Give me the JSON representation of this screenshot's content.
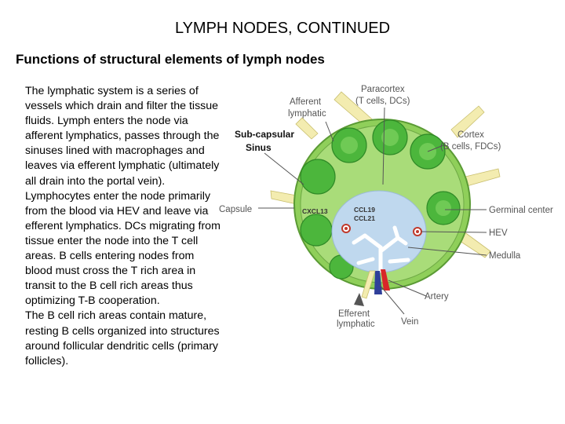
{
  "title": "LYMPH NODES, CONTINUED",
  "subtitle": "Functions of structural elements of lymph nodes",
  "paragraphs": [
    "The lymphatic system is a series of vessels which drain and filter the tissue fluids. Lymph enters the node via afferent lymphatics, passes through the sinuses lined with macrophages and leaves via efferent lymphatic (ultimately all drain into the portal vein). Lymphocytes enter the node primarily from the blood via HEV and leave via efferent lymphatics. DCs migrating from tissue enter the node into the T cell areas. B cells entering nodes from blood must cross the T rich area in transit to the B cell rich areas thus optimizing T-B cooperation.",
    "The B cell rich areas contain mature, resting B cells organized into structures around follicular dendritic cells (primary follicles)."
  ],
  "diagram": {
    "labels": {
      "paracortex_1": "Paracortex",
      "paracortex_2": "(T cells, DCs)",
      "afferent_1": "Afferent",
      "afferent_2": "lymphatic",
      "subcapsular_1": "Sub-capsular",
      "subcapsular_2": "Sinus",
      "cortex_1": "Cortex",
      "cortex_2": "(B cells, FDCs)",
      "capsule": "Capsule",
      "cxcl13": "CXCL13",
      "ccl19": "CCL19",
      "ccl21": "CCL21",
      "germinal_center": "Germinal center",
      "hev": "HEV",
      "medulla": "Medulla",
      "artery": "Artery",
      "efferent_1": "Efferent",
      "efferent_2": "lymphatic",
      "vein": "Vein"
    },
    "colors": {
      "capsule_green": "#8fcf5a",
      "follicle_green": "#4cb63c",
      "paracortex_blue": "#bfd8ee",
      "medulla_white": "#ffffff",
      "artery_red": "#d8262a",
      "vein_blue": "#2f3f9a",
      "hev_red": "#c0392b",
      "afferent_yellow": "#f3ecb0"
    }
  }
}
